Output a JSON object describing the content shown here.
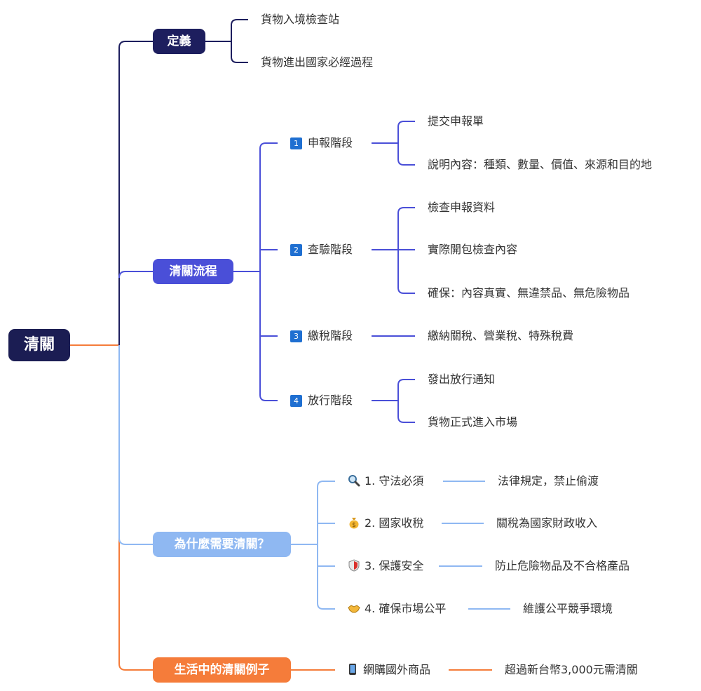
{
  "root": "清關",
  "definition": {
    "label": "定義",
    "items": [
      "貨物入境檢查站",
      "貨物進出國家必經過程"
    ]
  },
  "process": {
    "label": "清關流程",
    "stages": [
      {
        "num": "1",
        "label": "申報階段",
        "items": [
          "提交申報單",
          "說明內容：種類、數量、價值、來源和目的地"
        ]
      },
      {
        "num": "2",
        "label": "查驗階段",
        "items": [
          "檢查申報資料",
          "實際開包檢查內容",
          "確保：內容真實、無違禁品、無危險物品"
        ]
      },
      {
        "num": "3",
        "label": "繳稅階段",
        "items": [
          "繳納關稅、營業稅、特殊稅費"
        ]
      },
      {
        "num": "4",
        "label": "放行階段",
        "items": [
          "發出放行通知",
          "貨物正式進入市場"
        ]
      }
    ]
  },
  "why": {
    "label": "為什麼需要清關？",
    "reasons": [
      {
        "icon": "magnifier-icon",
        "label": "1. 守法必須",
        "detail": "法律規定，禁止偷渡"
      },
      {
        "icon": "money-bag-icon",
        "label": "2. 國家收稅",
        "detail": "關稅為國家財政收入"
      },
      {
        "icon": "shield-icon",
        "label": "3. 保護安全",
        "detail": "防止危險物品及不合格產品"
      },
      {
        "icon": "handshake-icon",
        "label": "4. 確保市場公平",
        "detail": "維護公平競爭環境"
      }
    ]
  },
  "example": {
    "label": "生活中的清關例子",
    "icon": "mobile-phone-icon",
    "item": "網購國外商品",
    "detail": "超過新台幣3,000元需清關"
  },
  "colors": {
    "root": "#1b1d53",
    "definition": "#1d1e5e",
    "process": "#4a4fd8",
    "why": "#8fb8f2",
    "example": "#f57c3a",
    "stage_number": "#1f6fd1"
  }
}
